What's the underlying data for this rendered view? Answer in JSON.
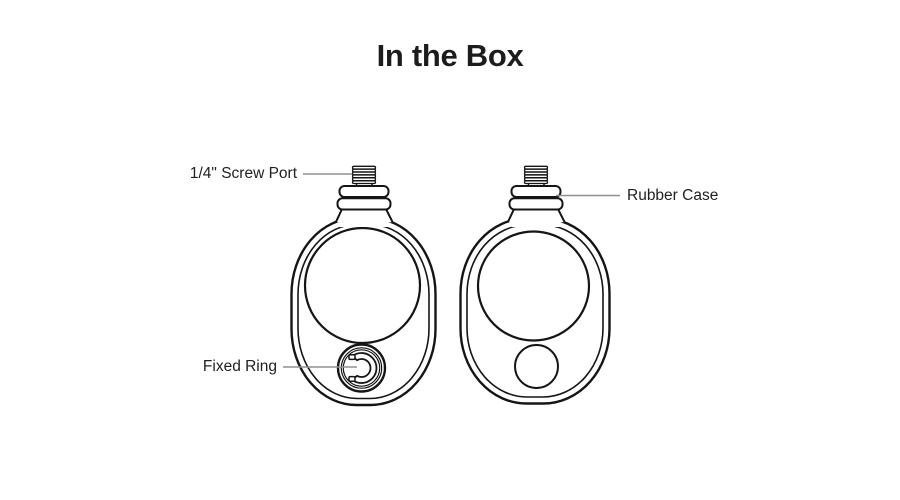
{
  "header": {
    "title": "In the Box"
  },
  "callouts": {
    "screw_port": "1/4\" Screw Port",
    "rubber_case": "Rubber Case",
    "fixed_ring": "Fixed Ring"
  },
  "diagram": {
    "left_item": "case-with-quarter-inch-screw-and-fixed-ring",
    "right_item": "rubber-case-with-quarter-inch-screw",
    "icons": [
      "quarter-inch-screw-icon",
      "rubber-case-icon",
      "fixed-ring-icon"
    ]
  },
  "colors": {
    "background": "#ffffff",
    "outline": "#151515",
    "leader_line": "#909090",
    "label_text": "#212121",
    "title_text": "#1c1c1c"
  }
}
